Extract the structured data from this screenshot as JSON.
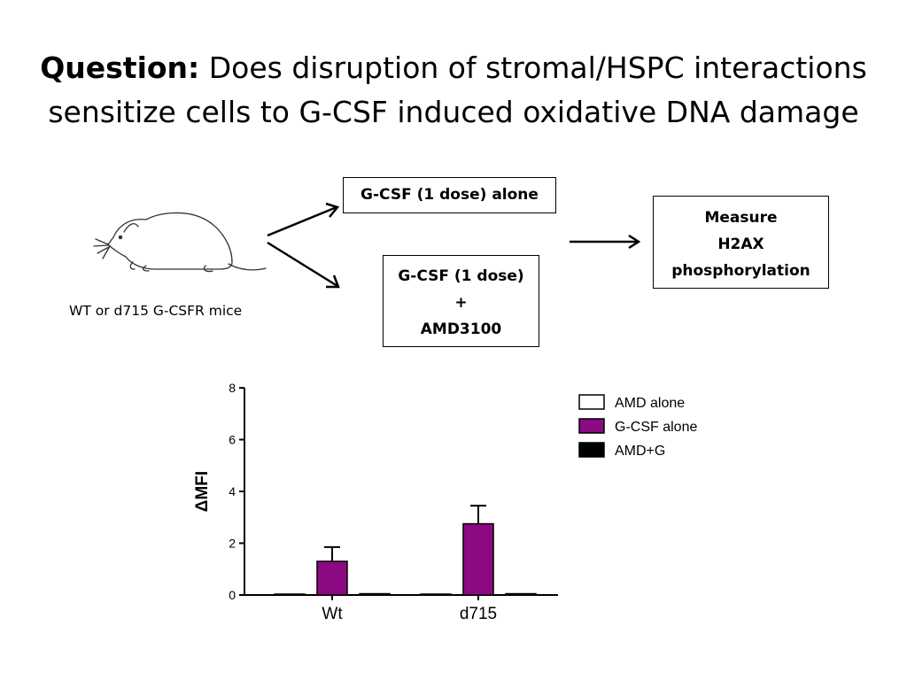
{
  "slide": {
    "title_bold": "Question:",
    "title_line1": "Does disruption of stromal/HSPC interactions",
    "title_line2": "sensitize cells to G-CSF induced oxidative DNA damage"
  },
  "diagram": {
    "box1": "G-CSF (1 dose) alone",
    "box2_line1": "G-CSF (1 dose)",
    "box2_line2": "+",
    "box2_line3": "AMD3100",
    "box3_line1": "Measure",
    "box3_line2": "H2AX",
    "box3_line3": "phosphorylation",
    "mouse_caption": "WT or d715 G-CSFR mice",
    "mouse_icon": "mouse-icon"
  },
  "chart_data": {
    "type": "bar",
    "categories": [
      "Wt",
      "d715"
    ],
    "series": [
      {
        "name": "AMD alone",
        "values": [
          0.02,
          0.02
        ],
        "errors": [
          0,
          0
        ],
        "color": "#ffffff"
      },
      {
        "name": "G-CSF alone",
        "values": [
          1.3,
          2.75
        ],
        "errors": [
          0.55,
          0.7
        ],
        "color": "#8b0a81"
      },
      {
        "name": "AMD+G",
        "values": [
          0.05,
          0.05
        ],
        "errors": [
          0,
          0
        ],
        "color": "#000000"
      }
    ],
    "ylabel": "ΔMFI",
    "yticks": [
      0,
      2,
      4,
      6,
      8
    ],
    "ylim": [
      0,
      8
    ],
    "legend": "top-right",
    "grid": false
  }
}
